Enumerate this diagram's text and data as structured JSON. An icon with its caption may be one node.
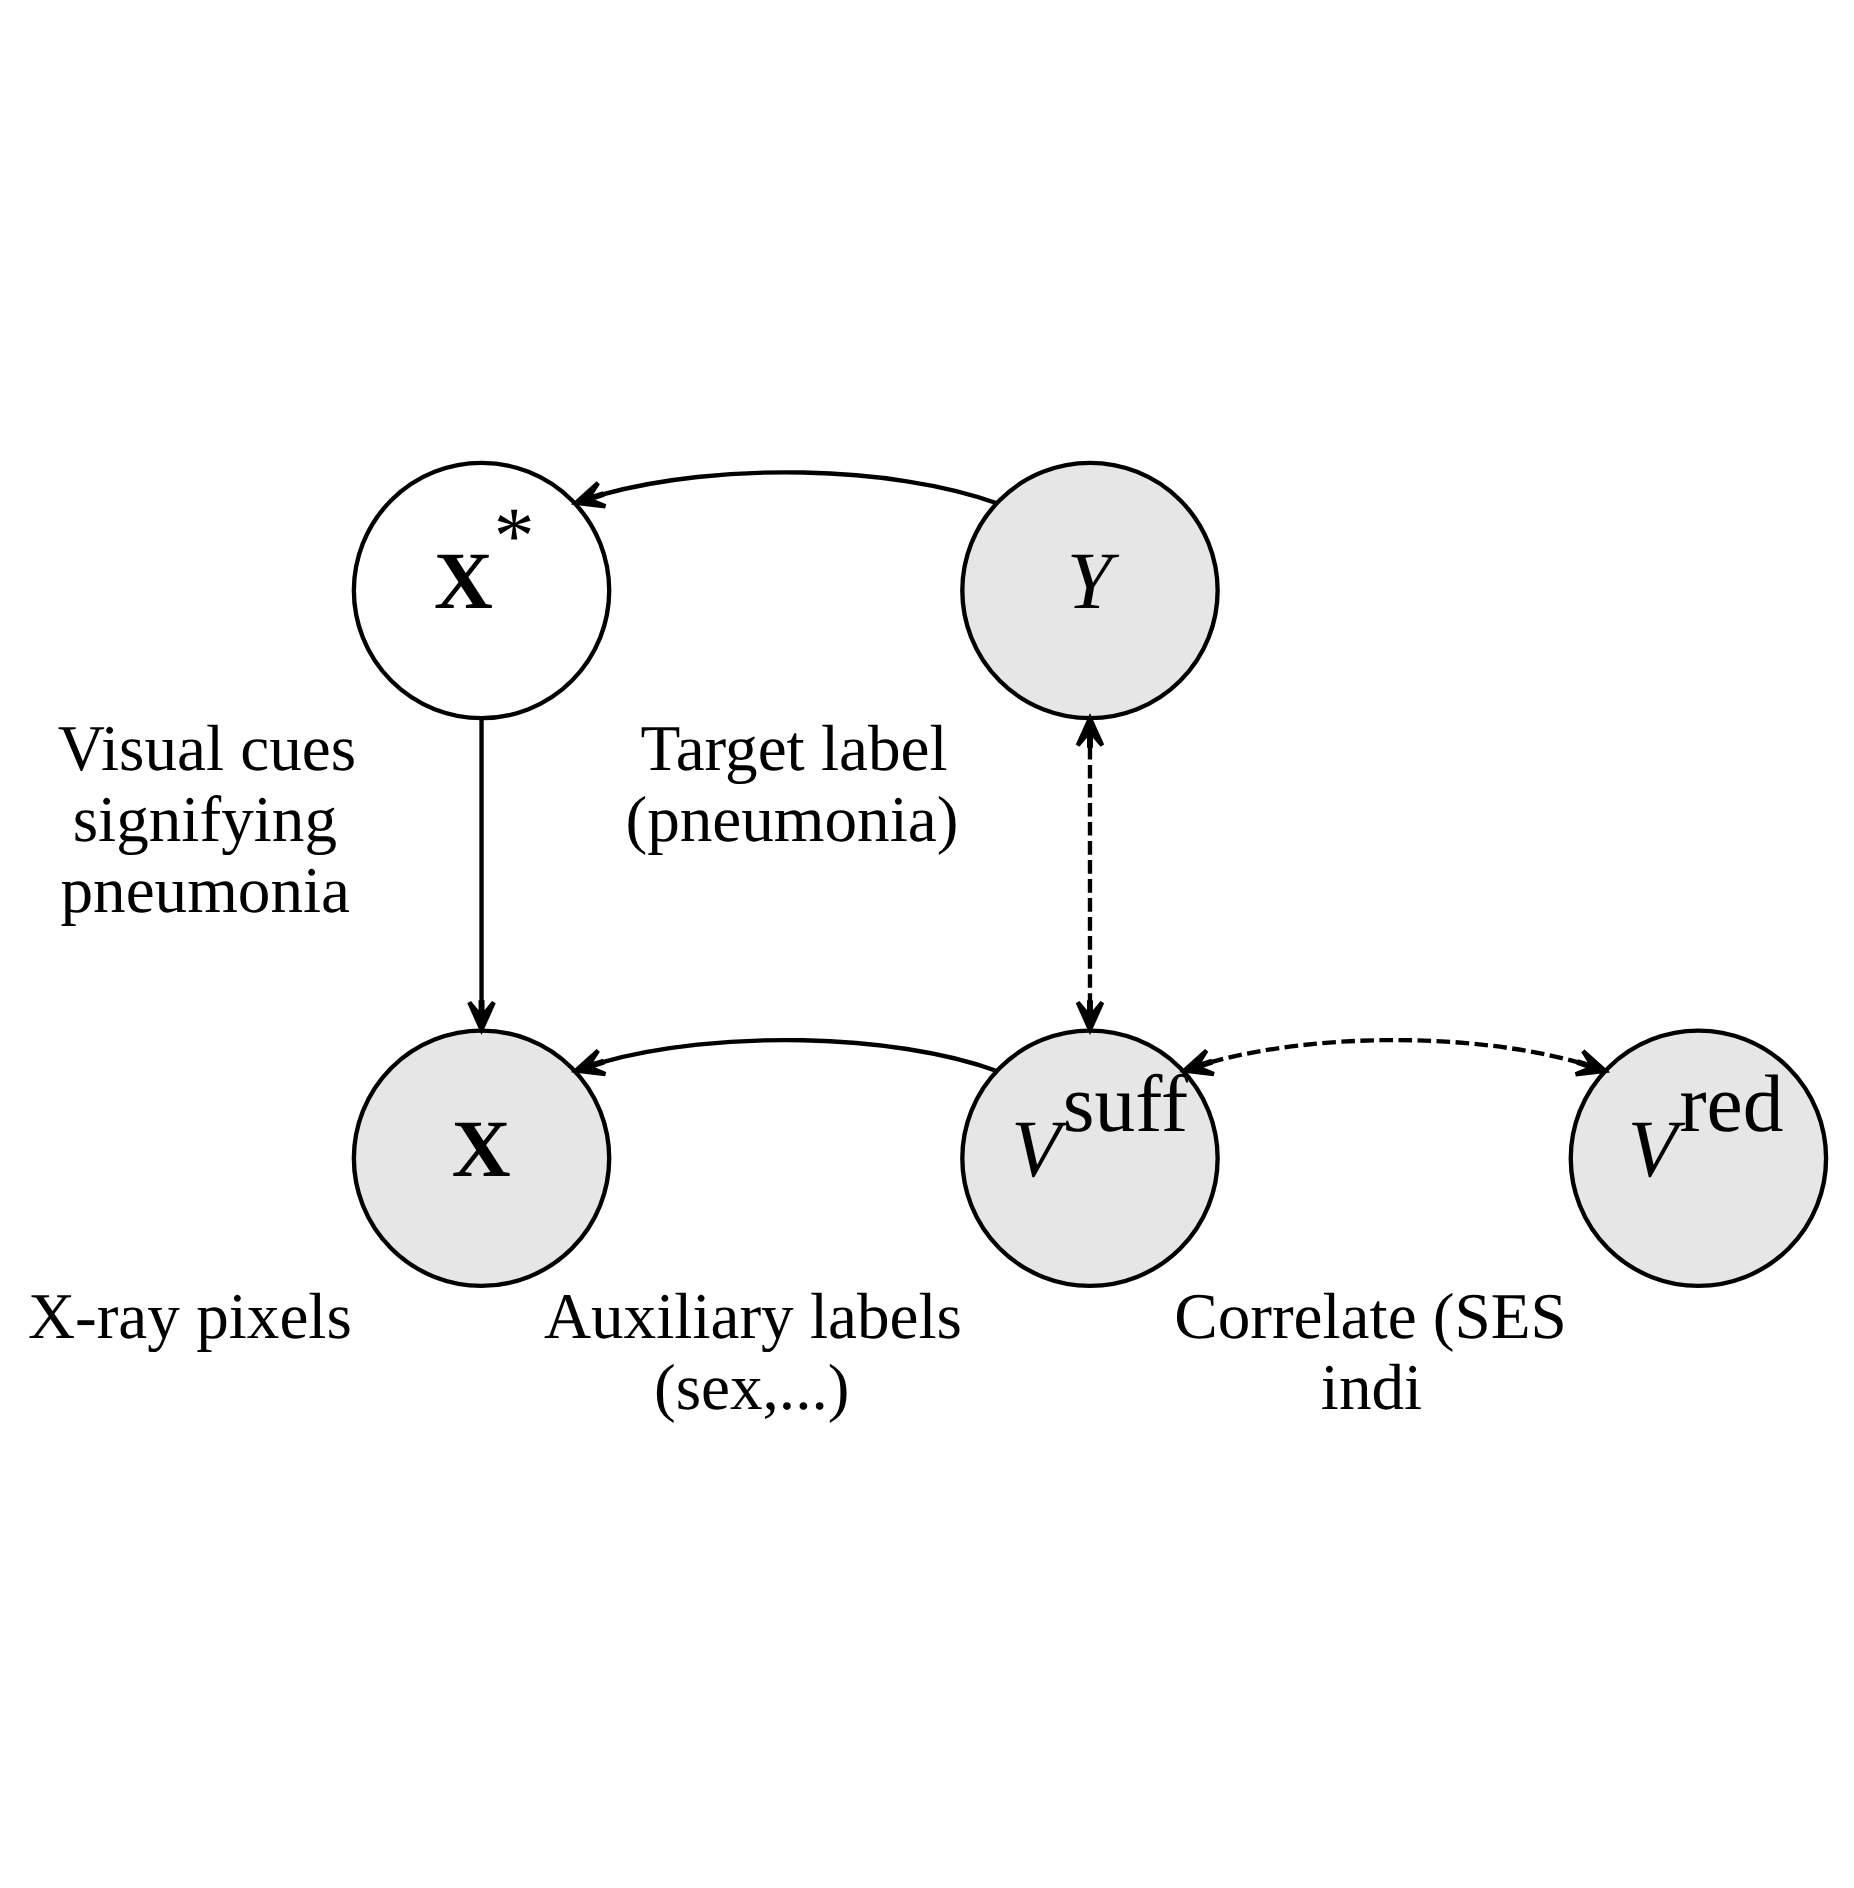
{
  "diagram": {
    "nodes": [
      {
        "text": [
          "**X**$^{*}$"
        ],
        "beside": [
          "Visual cues signifying pneumonia"
        ]
      },
      {
        "text": [
          "*Y*"
        ],
        "beside": [
          "Target label (pneumonia)"
        ]
      },
      {
        "text": [
          "**X**"
        ],
        "beside": [
          "X-ray pixels"
        ]
      },
      {
        "text": [
          "*V*$^{suff}$"
        ],
        "beside": [
          "Auxiliary labels (sex,...)"
        ]
      },
      {
        "text": [
          "*V*$^{red}$"
        ],
        "beside": [
          "Correlate (SES indi"
        ]
      }
    ],
    "edges": [
      {
        "from": 1,
        "to": 0,
        "arrow": "to"
      },
      {
        "from": 0,
        "to": 2,
        "arrow": "to"
      },
      {
        "from": 1,
        "to": 3,
        "arrow": "both",
        "style": "dashed"
      },
      {
        "from": 3,
        "to": 2,
        "arrow": "to"
      },
      {
        "from": 3,
        "to": 4,
        "arrow": "both",
        "style": "dashed"
      }
    ]
  }
}
